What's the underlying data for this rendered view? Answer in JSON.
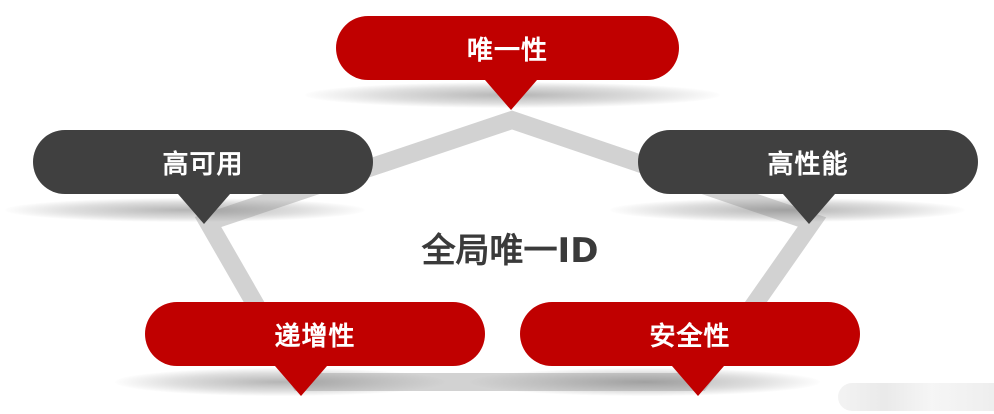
{
  "diagram": {
    "center_title": "全局唯一ID",
    "colors": {
      "red": "#c00000",
      "dark": "#404040",
      "connector": "#d0d0d0",
      "title": "#3a3a3a"
    },
    "nodes": [
      {
        "id": "uniqueness",
        "label": "唯一性",
        "color": "red"
      },
      {
        "id": "high-availability",
        "label": "高可用",
        "color": "dark"
      },
      {
        "id": "high-performance",
        "label": "高性能",
        "color": "dark"
      },
      {
        "id": "incremental",
        "label": "递增性",
        "color": "red"
      },
      {
        "id": "security",
        "label": "安全性",
        "color": "red"
      }
    ]
  }
}
